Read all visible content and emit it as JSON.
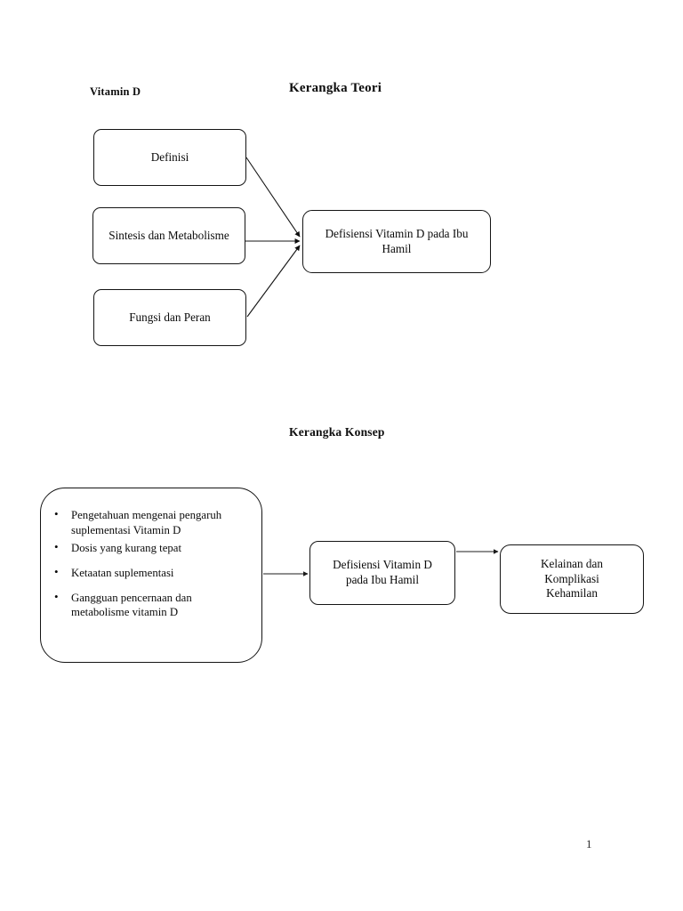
{
  "document": {
    "page_number": "1"
  },
  "sections": {
    "theory": {
      "side_label": "Vitamin D",
      "title": "Kerangka Teori",
      "sources": [
        {
          "label": "Definisi"
        },
        {
          "label": "Sintesis dan Metabolisme"
        },
        {
          "label": "Fungsi dan Peran"
        }
      ],
      "target": {
        "line1": "Defisiensi Vitamin D pada Ibu",
        "line2": "Hamil"
      }
    },
    "concept": {
      "title": "Kerangka Konsep",
      "factors": [
        "Pengetahuan mengenai pengaruh suplementasi Vitamin D",
        "Dosis yang kurang tepat",
        "Ketaatan suplementasi",
        "Gangguan pencernaan dan metabolisme vitamin D"
      ],
      "middle": {
        "line1": "Defisiensi Vitamin D",
        "line2": "pada Ibu Hamil"
      },
      "outcome": {
        "line1": "Kelainan dan",
        "line2": "Komplikasi",
        "line3": "Kehamilan"
      }
    }
  }
}
